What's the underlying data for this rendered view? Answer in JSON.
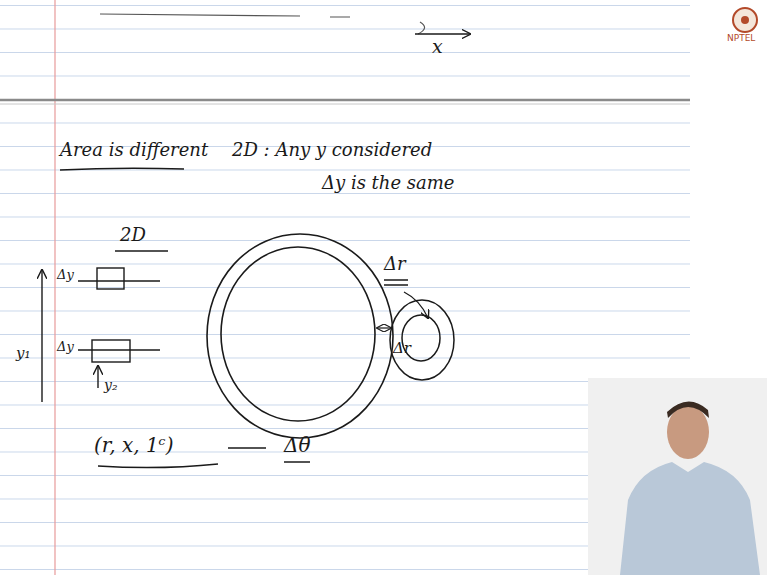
{
  "diagram": {
    "labels": [
      "x",
      "Area is different",
      "2D : Any y considered",
      "Δy is the same",
      "2D",
      "Δy",
      "y₁",
      "Δy",
      "y₂",
      "Δr",
      "Δr",
      "(r, x, 1ᶜ)",
      "Δθ",
      "NPTEL"
    ]
  }
}
